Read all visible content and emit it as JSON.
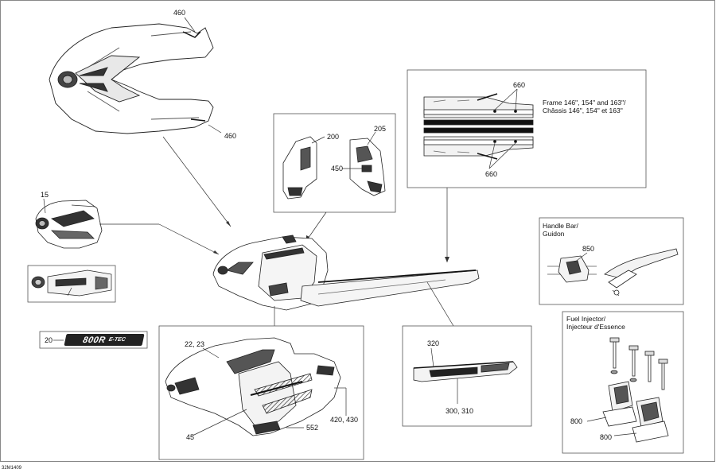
{
  "diagram": {
    "drawing_id": "32M1409",
    "callouts": {
      "c460_top": "460",
      "c460_bottom": "460",
      "c15": "15",
      "c20": "20",
      "c200": "200",
      "c205": "205",
      "c450": "450",
      "c660_top": "660",
      "c660_bottom": "660",
      "c850": "850",
      "c22_23": "22, 23",
      "c45": "45",
      "c420_430": "420, 430",
      "c552": "552",
      "c320": "320",
      "c300_310": "300, 310",
      "c800_a": "800",
      "c800_b": "800"
    },
    "captions": {
      "frame": "Frame 146\", 154\" and 163\"/\nChâssis 146\", 154\" et 163\"",
      "handlebar": "Handle Bar/\nGuidon",
      "fuel_injector": "Fuel Injector/\nInjecteur d'Essence"
    },
    "decals": {
      "model_badge": "800R",
      "model_suffix": "E-TEC"
    }
  }
}
